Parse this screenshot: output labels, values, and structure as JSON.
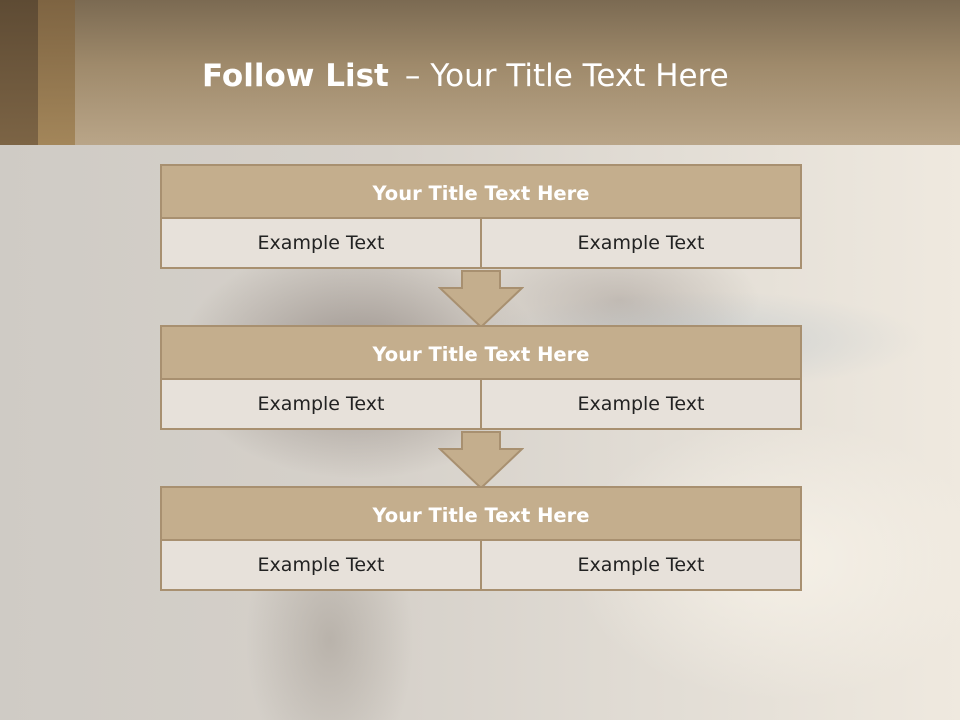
{
  "slide": {
    "title_bold": "Follow List",
    "title_separator": "–",
    "title_rest": "Your Title Text Here"
  },
  "blocks": [
    {
      "title": "Your Title Text Here",
      "left": "Example Text",
      "right": "Example Text"
    },
    {
      "title": "Your Title Text Here",
      "left": "Example Text",
      "right": "Example Text"
    },
    {
      "title": "Your Title Text Here",
      "left": "Example Text",
      "right": "Example Text"
    }
  ],
  "colors": {
    "header": "#9f8a6b",
    "block_title": "#c4ae8d",
    "block_border": "#a89070",
    "block_cell": "#e7e1da",
    "arrow_fill": "#c4ae8d"
  },
  "icons": [
    "down-arrow-icon",
    "down-arrow-icon"
  ]
}
